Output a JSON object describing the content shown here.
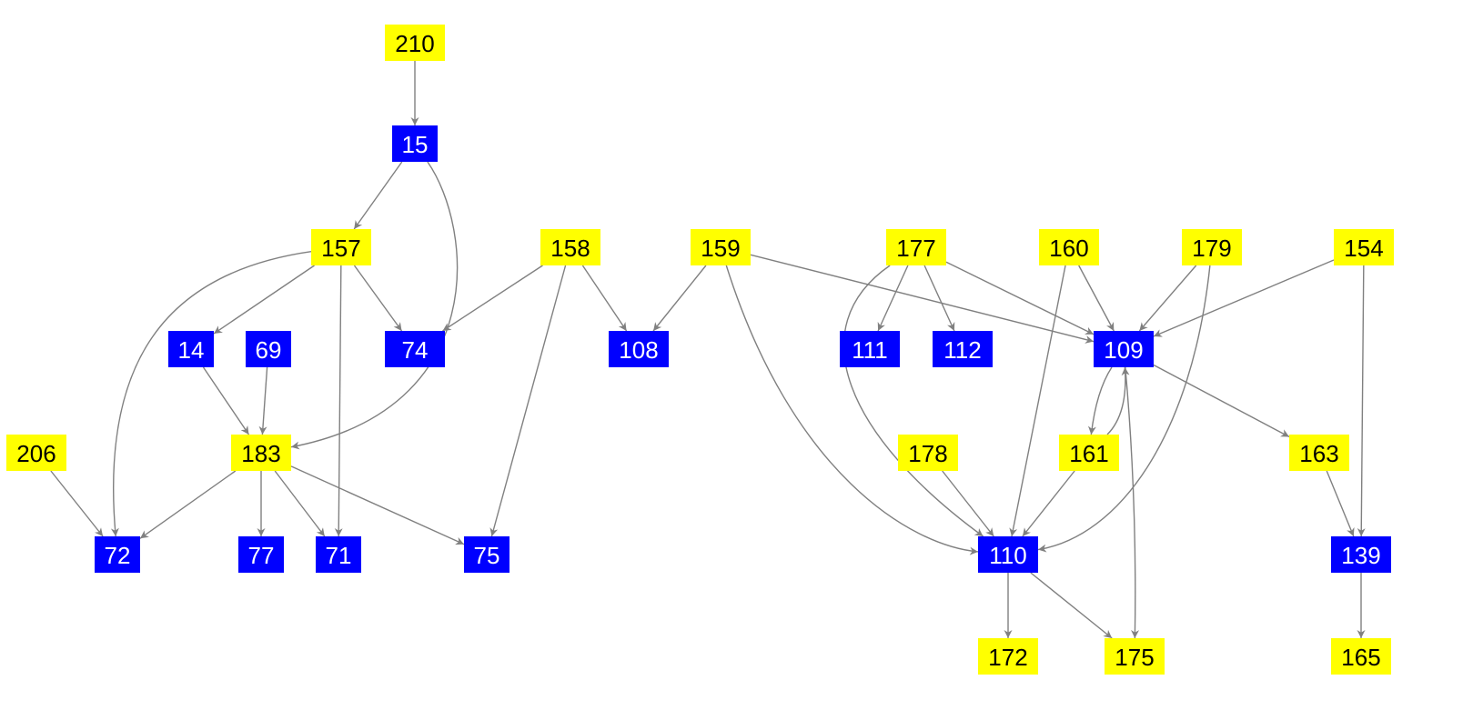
{
  "colors": {
    "yellow_fill": "#ffff00",
    "blue_fill": "#0000ff",
    "yellow_text": "#000000",
    "blue_text": "#ffffff",
    "edge": "#808080"
  },
  "nodes": [
    {
      "id": "210",
      "label": "210",
      "color": "yellow"
    },
    {
      "id": "15",
      "label": "15",
      "color": "blue"
    },
    {
      "id": "157",
      "label": "157",
      "color": "yellow"
    },
    {
      "id": "158",
      "label": "158",
      "color": "yellow"
    },
    {
      "id": "159",
      "label": "159",
      "color": "yellow"
    },
    {
      "id": "177",
      "label": "177",
      "color": "yellow"
    },
    {
      "id": "160",
      "label": "160",
      "color": "yellow"
    },
    {
      "id": "179",
      "label": "179",
      "color": "yellow"
    },
    {
      "id": "154",
      "label": "154",
      "color": "yellow"
    },
    {
      "id": "14",
      "label": "14",
      "color": "blue"
    },
    {
      "id": "69",
      "label": "69",
      "color": "blue"
    },
    {
      "id": "74",
      "label": "74",
      "color": "blue"
    },
    {
      "id": "108",
      "label": "108",
      "color": "blue"
    },
    {
      "id": "111",
      "label": "111",
      "color": "blue"
    },
    {
      "id": "112",
      "label": "112",
      "color": "blue"
    },
    {
      "id": "109",
      "label": "109",
      "color": "blue"
    },
    {
      "id": "206",
      "label": "206",
      "color": "yellow"
    },
    {
      "id": "183",
      "label": "183",
      "color": "yellow"
    },
    {
      "id": "178",
      "label": "178",
      "color": "yellow"
    },
    {
      "id": "161",
      "label": "161",
      "color": "yellow"
    },
    {
      "id": "163",
      "label": "163",
      "color": "yellow"
    },
    {
      "id": "72",
      "label": "72",
      "color": "blue"
    },
    {
      "id": "77",
      "label": "77",
      "color": "blue"
    },
    {
      "id": "71",
      "label": "71",
      "color": "blue"
    },
    {
      "id": "75",
      "label": "75",
      "color": "blue"
    },
    {
      "id": "110",
      "label": "110",
      "color": "blue"
    },
    {
      "id": "139",
      "label": "139",
      "color": "blue"
    },
    {
      "id": "172",
      "label": "172",
      "color": "yellow"
    },
    {
      "id": "175",
      "label": "175",
      "color": "yellow"
    },
    {
      "id": "165",
      "label": "165",
      "color": "yellow"
    }
  ],
  "edges": [
    {
      "from": "210",
      "to": "15"
    },
    {
      "from": "15",
      "to": "157"
    },
    {
      "from": "15",
      "to": "183"
    },
    {
      "from": "157",
      "to": "72"
    },
    {
      "from": "157",
      "to": "14"
    },
    {
      "from": "157",
      "to": "71"
    },
    {
      "from": "157",
      "to": "74"
    },
    {
      "from": "158",
      "to": "74"
    },
    {
      "from": "158",
      "to": "75"
    },
    {
      "from": "158",
      "to": "108"
    },
    {
      "from": "159",
      "to": "108"
    },
    {
      "from": "159",
      "to": "109"
    },
    {
      "from": "159",
      "to": "110"
    },
    {
      "from": "177",
      "to": "111"
    },
    {
      "from": "177",
      "to": "112"
    },
    {
      "from": "177",
      "to": "109"
    },
    {
      "from": "177",
      "to": "110"
    },
    {
      "from": "160",
      "to": "109"
    },
    {
      "from": "160",
      "to": "110"
    },
    {
      "from": "179",
      "to": "109"
    },
    {
      "from": "179",
      "to": "110"
    },
    {
      "from": "154",
      "to": "109"
    },
    {
      "from": "154",
      "to": "139"
    },
    {
      "from": "14",
      "to": "183"
    },
    {
      "from": "69",
      "to": "183"
    },
    {
      "from": "206",
      "to": "72"
    },
    {
      "from": "183",
      "to": "72"
    },
    {
      "from": "183",
      "to": "77"
    },
    {
      "from": "183",
      "to": "71"
    },
    {
      "from": "183",
      "to": "75"
    },
    {
      "from": "109",
      "to": "161"
    },
    {
      "from": "161",
      "to": "109"
    },
    {
      "from": "109",
      "to": "163"
    },
    {
      "from": "109",
      "to": "175"
    },
    {
      "from": "178",
      "to": "110"
    },
    {
      "from": "161",
      "to": "110"
    },
    {
      "from": "163",
      "to": "139"
    },
    {
      "from": "110",
      "to": "172"
    },
    {
      "from": "110",
      "to": "175"
    },
    {
      "from": "139",
      "to": "165"
    }
  ]
}
